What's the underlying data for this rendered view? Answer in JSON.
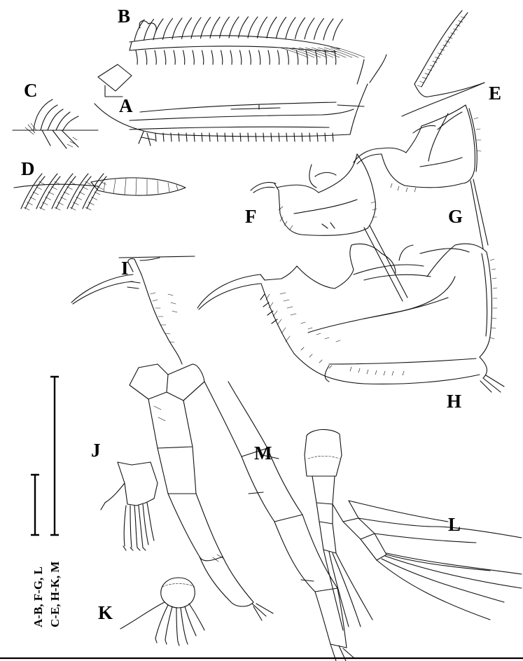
{
  "figure": {
    "panel_labels": {
      "A": "A",
      "B": "B",
      "C": "C",
      "D": "D",
      "E": "E",
      "F": "F",
      "G": "G",
      "H": "H",
      "I": "I",
      "J": "J",
      "K": "K",
      "L": "L",
      "M": "M"
    },
    "scale_bars": {
      "short_label": "A-B, F-G, L",
      "long_label": "C-E, H-K, M"
    }
  }
}
